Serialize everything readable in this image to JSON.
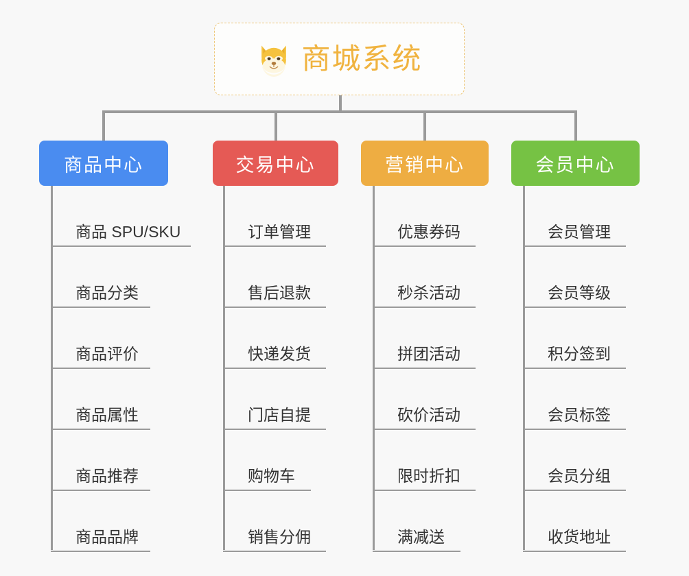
{
  "background_color": "#f8f8f8",
  "root": {
    "title": "商城系统",
    "icon": "shiba-dog-emoji",
    "text_color": "#f0b33f",
    "border_color": "#eec77a"
  },
  "connector_color": "#9a9a9a",
  "categories": [
    {
      "label": "商品中心",
      "color": "#4a8cf0",
      "items": [
        "商品 SPU/SKU",
        "商品分类",
        "商品评价",
        "商品属性",
        "商品推荐",
        "商品品牌"
      ]
    },
    {
      "label": "交易中心",
      "color": "#e55a55",
      "items": [
        "订单管理",
        "售后退款",
        "快递发货",
        "门店自提",
        "购物车",
        "销售分佣"
      ]
    },
    {
      "label": "营销中心",
      "color": "#eead42",
      "items": [
        "优惠券码",
        "秒杀活动",
        "拼团活动",
        "砍价活动",
        "限时折扣",
        "满减送"
      ]
    },
    {
      "label": "会员中心",
      "color": "#76c244",
      "items": [
        "会员管理",
        "会员等级",
        "积分签到",
        "会员标签",
        "会员分组",
        "收货地址"
      ]
    }
  ]
}
